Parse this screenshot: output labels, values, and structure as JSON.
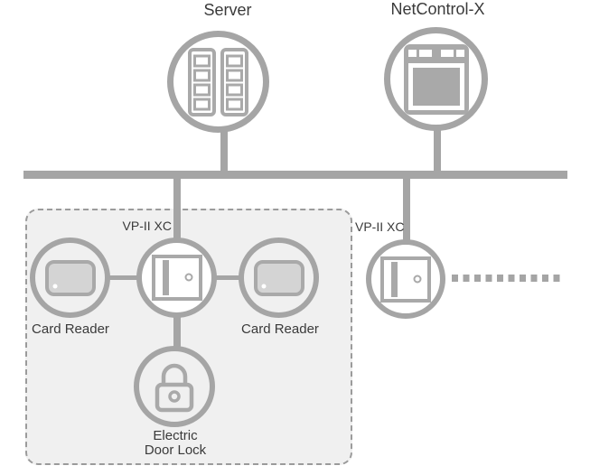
{
  "colors": {
    "line_gray": "#a5a5a5",
    "icon_gray": "#a9a9a9",
    "box_fill": "#f0f0f0",
    "box_border": "#9b9b9b",
    "text_color": "#3a3a3a",
    "reader_fill": "#d4d4d4"
  },
  "nodes": {
    "server": {
      "label": "Server",
      "icon": "server-rack-icon"
    },
    "netcontrol": {
      "label": "NetControl-X",
      "icon": "control-panel-icon"
    },
    "vp_center": {
      "label": "VP-II XC",
      "icon": "door-icon"
    },
    "vp_right": {
      "label": "VP-II XC",
      "icon": "door-icon"
    },
    "card_reader_left": {
      "label": "Card Reader",
      "icon": "card-reader-icon"
    },
    "card_reader_right": {
      "label": "Card Reader",
      "icon": "card-reader-icon"
    },
    "electric_door_lock": {
      "label_line1": "Electric",
      "label_line2": "Door Lock",
      "icon": "padlock-icon"
    }
  }
}
